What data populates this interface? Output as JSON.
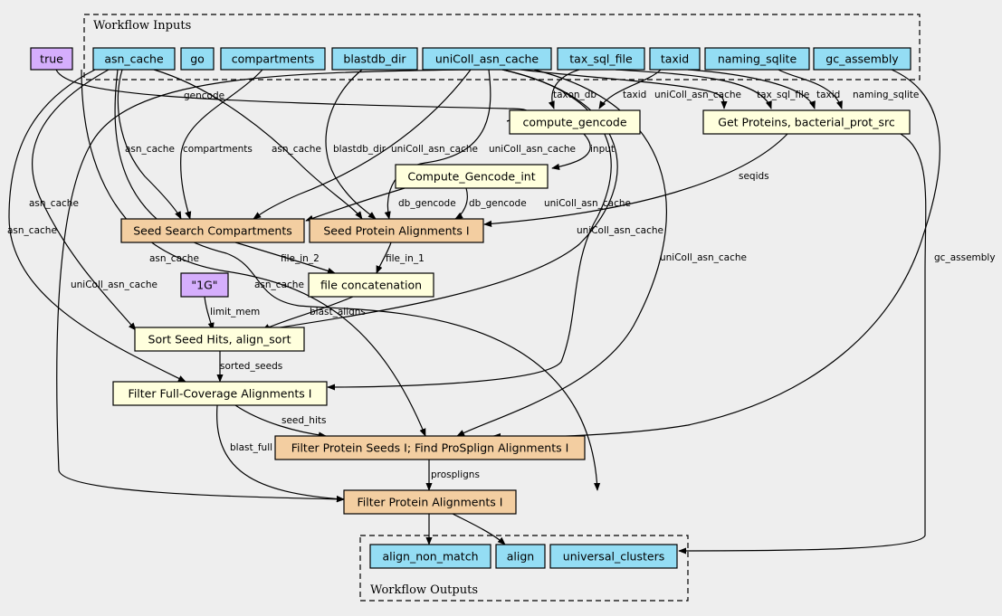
{
  "colors": {
    "background": "#eeeeee",
    "input": "#94ddf4",
    "step": "#ffffdd",
    "subworkflow": "#f3cea1",
    "constant": "#d5aefc"
  },
  "inputs_cluster_label": "Workflow Inputs",
  "outputs_cluster_label": "Workflow Outputs",
  "nodes": {
    "true": "true",
    "asn_cache": "asn_cache",
    "go": "go",
    "compartments": "compartments",
    "blastdb_dir": "blastdb_dir",
    "uniColl_asn_cache": "uniColl_asn_cache",
    "tax_sql_file": "tax_sql_file",
    "taxid": "taxid",
    "naming_sqlite": "naming_sqlite",
    "gc_assembly": "gc_assembly",
    "compute_gencode": "compute_gencode",
    "get_proteins": "Get Proteins, bacterial_prot_src",
    "compute_gencode_int": "Compute_Gencode_int",
    "seed_search": "Seed Search Compartments",
    "seed_protein": "Seed Protein Alignments I",
    "file_concat": "file concatenation",
    "one_g": "\"1G\"",
    "sort_seed": "Sort Seed Hits, align_sort",
    "filter_full": "Filter Full-Coverage Alignments I",
    "filter_seeds": "Filter Protein Seeds I; Find ProSplign Alignments I",
    "filter_protein": "Filter Protein Alignments I",
    "align_non_match": "align_non_match",
    "align": "align",
    "universal_clusters": "universal_clusters"
  },
  "edge_labels": {
    "gencode": "gencode",
    "taxon_db": "taxon_db",
    "taxid_a": "taxid",
    "uniColl_gp": "uniColl_asn_cache",
    "tax_sql_gp": "tax_sql_file",
    "taxid_gp": "taxid",
    "naming_gp": "naming_sqlite",
    "asn_ss": "asn_cache",
    "comp_ss": "compartments",
    "asn_sp": "asn_cache",
    "blastdb_sp": "blastdb_dir",
    "uni_ss": "uniColl_asn_cache",
    "uni_sp": "uniColl_asn_cache",
    "input": "input",
    "seqids": "seqids",
    "db_gencode_1": "db_gencode",
    "db_gencode_2": "db_gencode",
    "asn_sort": "asn_cache",
    "asn_full": "asn_cache",
    "uni_sort": "uniColl_asn_cache",
    "uni_full": "uniColl_asn_cache",
    "uni_seeds": "uniColl_asn_cache",
    "gc_assembly": "gc_assembly",
    "file_in_2": "file_in_2",
    "file_in_1": "file_in_1",
    "asn_seeds": "asn_cache",
    "asn_prot": "asn_cache",
    "uni_prot": "uniColl_asn_cache",
    "limit_mem": "limit_mem",
    "blast_aligns": "blast_aligns",
    "sorted_seeds": "sorted_seeds",
    "seed_hits": "seed_hits",
    "blast_full": "blast_full",
    "prospligns": "prospligns"
  }
}
